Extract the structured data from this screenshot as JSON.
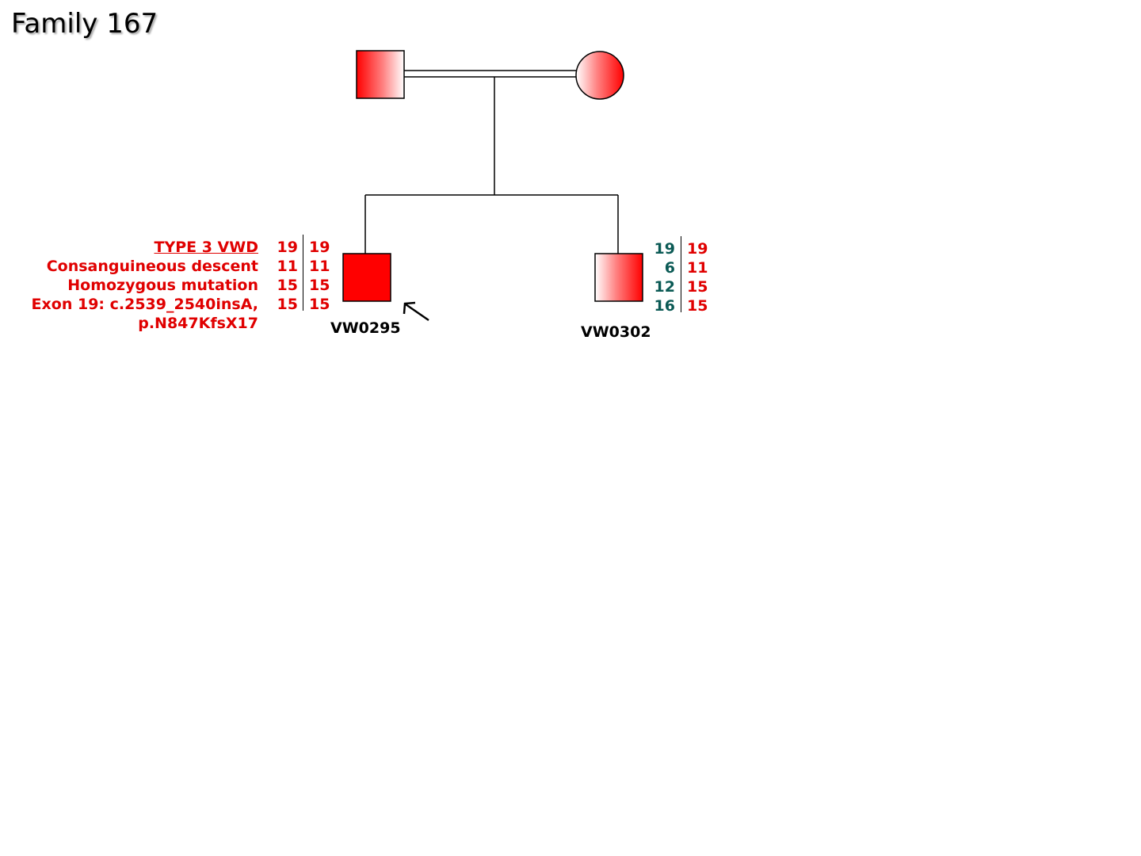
{
  "title": "Family 167",
  "colors": {
    "affected": "#ff0000",
    "haplotype_red": "#e00000",
    "haplotype_teal": "#0b5a55",
    "line": "#000000"
  },
  "annotation": {
    "lines": [
      "TYPE 3 VWD",
      "Consanguineous descent",
      "Homozygous mutation",
      "Exon 19: c.2539_2540insA,",
      "p.N847KfsX17"
    ]
  },
  "individuals": {
    "father": {
      "sex": "male",
      "status": "carrier",
      "generation": "I"
    },
    "mother": {
      "sex": "female",
      "status": "carrier",
      "generation": "I"
    },
    "proband": {
      "id": "VW0295",
      "sex": "male",
      "status": "affected",
      "proband_arrow": true,
      "haplotype_left": [
        "19",
        "11",
        "15",
        "15"
      ],
      "haplotype_right": [
        "19",
        "11",
        "15",
        "15"
      ],
      "left_color": "red",
      "right_color": "red"
    },
    "sibling": {
      "id": "VW0302",
      "sex": "male",
      "status": "carrier",
      "haplotype_left": [
        "19",
        "6",
        "12",
        "16"
      ],
      "haplotype_right": [
        "19",
        "11",
        "15",
        "15"
      ],
      "left_color": "teal",
      "right_color": "red"
    }
  },
  "relationships": {
    "parents": "consanguineous"
  }
}
